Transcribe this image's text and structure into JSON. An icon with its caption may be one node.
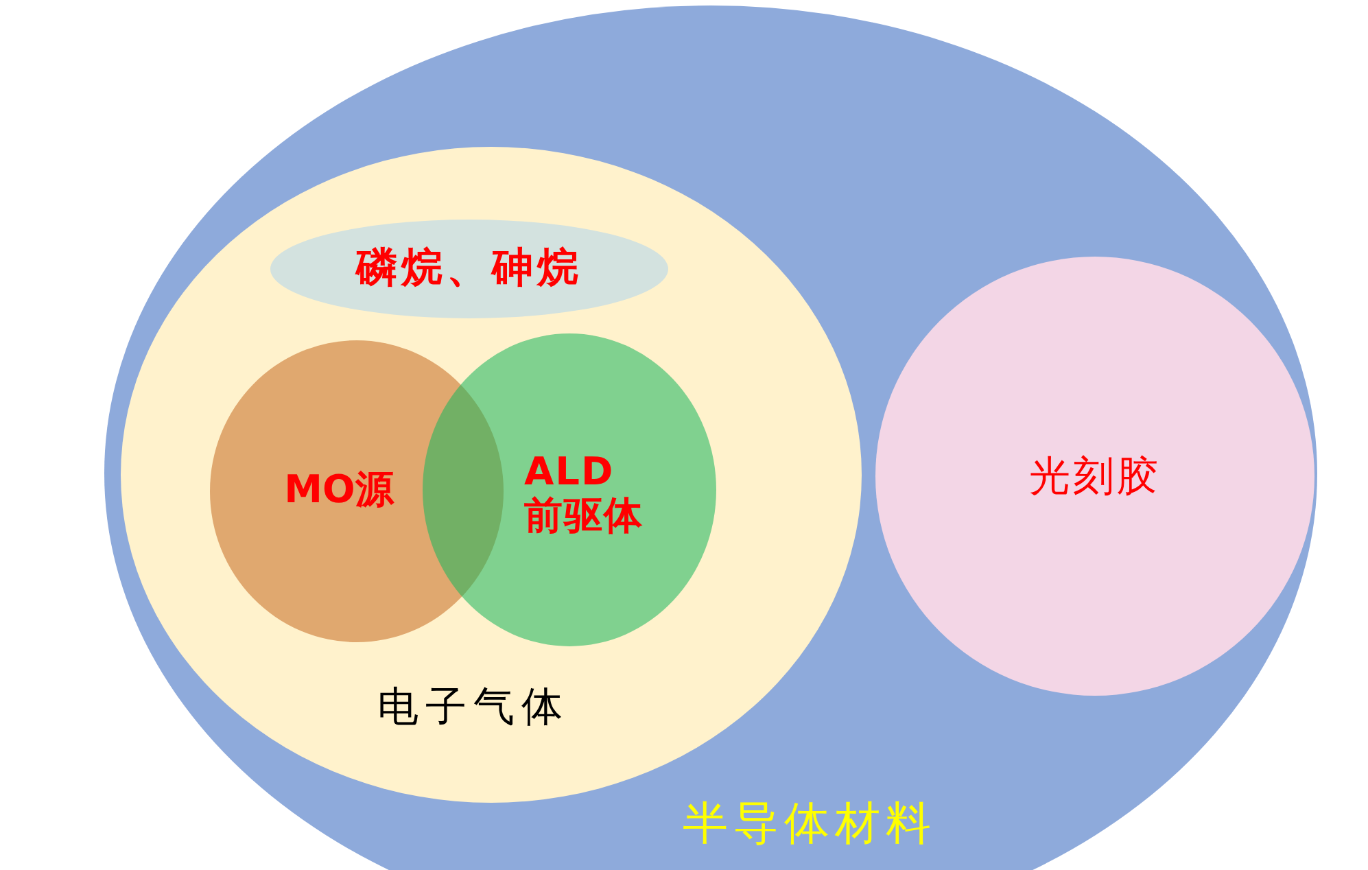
{
  "diagram": {
    "nodes": [
      {
        "text": [
          "半导体材料"
        ]
      },
      {
        "text": [
          "电子气体"
        ],
        "in": 0
      },
      {
        "text": [
          "磷烷、砷烷"
        ],
        "in": 1
      },
      {
        "text": [
          "MO源"
        ],
        "in": 1
      },
      {
        "text": [
          "ALD 前驱体"
        ],
        "in": 1
      },
      {
        "text": [
          "光刻胶"
        ],
        "in": 0
      }
    ]
  }
}
